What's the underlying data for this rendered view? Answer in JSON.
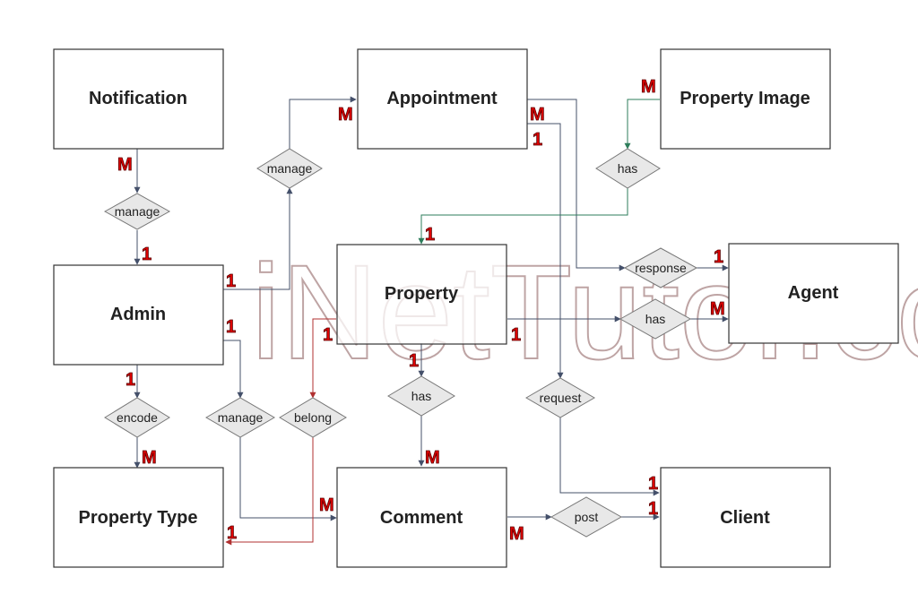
{
  "watermark": "iNetTutor.com",
  "entities": {
    "notification": "Notification",
    "appointment": "Appointment",
    "property_image": "Property Image",
    "admin": "Admin",
    "property": "Property",
    "agent": "Agent",
    "property_type": "Property Type",
    "comment": "Comment",
    "client": "Client"
  },
  "relationships": {
    "notification_admin": "manage",
    "admin_appointment": "manage",
    "image_property": "has",
    "appointment_agent": "response",
    "property_agent": "has",
    "admin_type": "encode",
    "admin_comment": "manage",
    "property_type": "belong",
    "property_comment": "has",
    "appointment_client": "request",
    "comment_client": "post"
  },
  "cardinalities": {
    "notification_m": "M",
    "admin_from_notification": "1",
    "appointment_m_admin": "M",
    "appointment_m_right": "M",
    "appointment_1": "1",
    "image_m": "M",
    "property_1_image": "1",
    "agent_1": "1",
    "agent_m": "M",
    "admin_1_top": "1",
    "admin_1_mid": "1",
    "admin_1_bottom": "1",
    "property_1_left": "1",
    "property_1_right": "1",
    "property_1_bottom": "1",
    "type_m": "M",
    "type_1": "1",
    "comment_m_top": "M",
    "comment_m_left": "M",
    "comment_m_right": "M",
    "client_1_top": "1",
    "client_1_post": "1"
  }
}
